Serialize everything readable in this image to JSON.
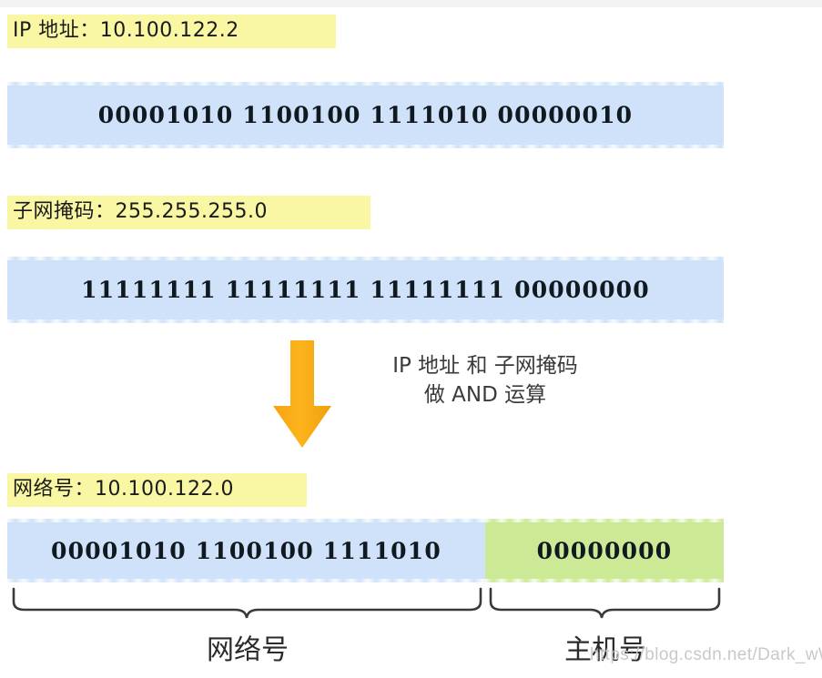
{
  "diagram": {
    "title_ip_label": "IP 地址：10.100.122.2",
    "ip_binary": "00001010 1100100 1111010 00000010",
    "mask_label": "子网掩码：255.255.255.0",
    "mask_binary": "11111111 11111111 11111111 00000000",
    "operation_line1": "IP 地址 和 子网掩码",
    "operation_line2": "做 AND 运算",
    "network_label": "网络号：10.100.122.0",
    "result_network_binary": "00001010 1100100 1111010",
    "result_host_binary": "00000000",
    "brace_label_network": "网络号",
    "brace_label_host": "主机号",
    "watermark": "https://blog.csdn.net/Dark_wWw",
    "icons": {
      "arrow": "down-arrow-icon",
      "brace_left": "curly-brace-network-icon",
      "brace_right": "curly-brace-host-icon"
    },
    "colors": {
      "highlight_yellow": "#f9f7a3",
      "bar_blue": "#cfe2f9",
      "bar_green": "#cce995",
      "arrow_orange": "#f7a81b",
      "brace_stroke": "#3a3a3a",
      "text_dark": "#101820"
    }
  }
}
